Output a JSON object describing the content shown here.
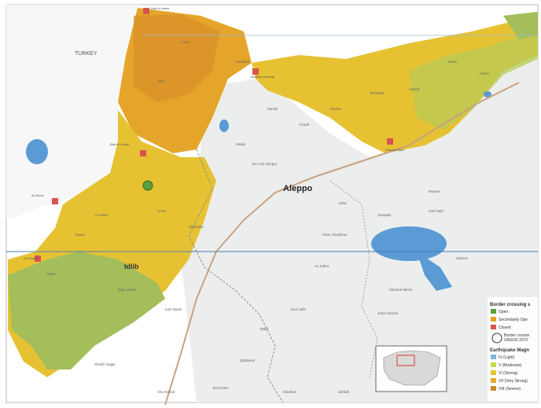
{
  "map": {
    "country_label": "TURKEY",
    "main_city": "Aleppo",
    "secondary_city": "Idlib",
    "place_labels": [
      "Afrin",
      "A'zaz",
      "Jarablus",
      "Menbij",
      "Al Bab",
      "Dhaher",
      "Tal Rifaat",
      "Atareb",
      "Dana",
      "Harim",
      "Salqin",
      "Jisr-Ash-Shugur",
      "Ariha",
      "Saraqab",
      "Maaret",
      "Kafr Nabl",
      "Khan Shaykhun",
      "As Safira",
      "Deir Hafir",
      "Tadef",
      "Jebel Saman",
      "Sfireh",
      "Al Hader",
      "Al Eis",
      "Khanaser",
      "Hayan",
      "Dayr Jamal",
      "Kafr Nasih",
      "Mare'",
      "Sheikh Najjar",
      "Abu Kamal",
      "Tal Khzam",
      "Qabbasin",
      "Elsafera",
      "Zarbah",
      "Ma'arrat Misrin",
      "Saloum"
    ],
    "crossing_labels": [
      "Bab al-Hawa",
      "Bab Al-Salam",
      "Ar-Ra'ee",
      "Al Hamam",
      "Jarablus crossing",
      "Kherbet Eljoz"
    ],
    "colors": {
      "background": "#ffffff",
      "light_land": "#eceeee",
      "water": "#5b9bd5",
      "intensity_light": "#7fb5d6",
      "intensity_moderate": "#c7d94a",
      "intensity_strong": "#e5c431",
      "intensity_very_strong": "#e6a82a",
      "intensity_severe": "#c98a2e",
      "crossing_open": "#5aa13a",
      "crossing_secondary": "#e7a21d",
      "crossing_closed": "#d9534f",
      "road": "#c9a27e",
      "border": "#8a8a8a"
    }
  },
  "legend": {
    "crossing_title": "Border crossing s",
    "crossing_items": [
      {
        "label": "Open",
        "color": "#5aa13a"
      },
      {
        "label": "Secondarily Ope",
        "color": "#e7a21d"
      },
      {
        "label": "Closed",
        "color": "#d9534f"
      }
    ],
    "unscr_text_1": "Border crossin",
    "unscr_text_2": "UNSCR 2672",
    "earthquake_title": "Earthquake Magn",
    "earthquake_items": [
      {
        "label": "IV (Light)",
        "color": "#7fb5d6"
      },
      {
        "label": "V (Moderate)",
        "color": "#c7d94a"
      },
      {
        "label": "VI (Strong)",
        "color": "#e5c431"
      },
      {
        "label": "VII (Very Strong)",
        "color": "#e6a82a"
      },
      {
        "label": "VIII (Severe)",
        "color": "#c98a2e"
      }
    ]
  },
  "inset": {
    "label": ""
  }
}
